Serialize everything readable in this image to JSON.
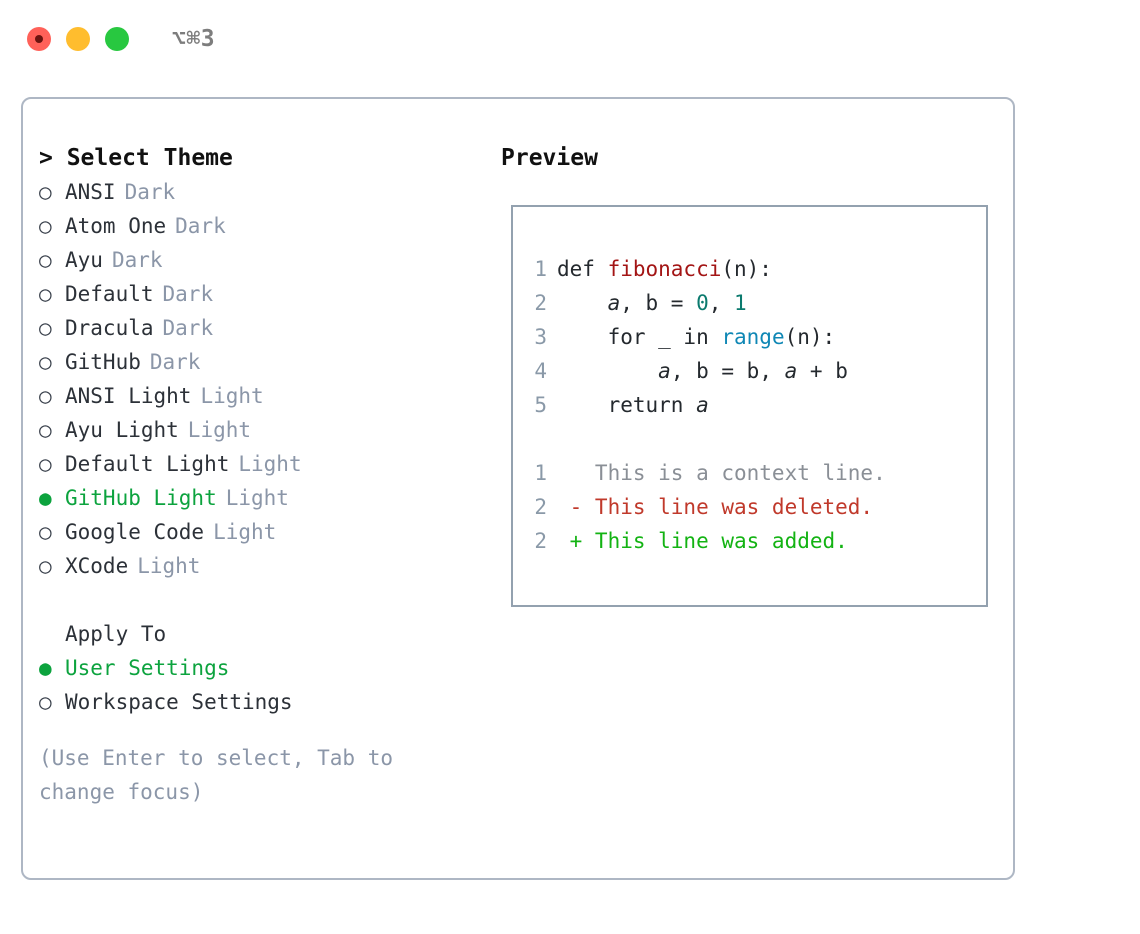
{
  "titlebar": {
    "shortcut": "⌥⌘3",
    "dots": [
      "close-dot",
      "minimize-dot",
      "maximize-dot"
    ],
    "colors": {
      "red": "#ff6159",
      "yellow": "#ffbd2e",
      "green": "#28c840"
    }
  },
  "theme_list": {
    "heading": "> Select Theme",
    "items": [
      {
        "marker": "○",
        "name": "ANSI",
        "category": "Dark",
        "selected": false
      },
      {
        "marker": "○",
        "name": "Atom One",
        "category": "Dark",
        "selected": false
      },
      {
        "marker": "○",
        "name": "Ayu",
        "category": "Dark",
        "selected": false
      },
      {
        "marker": "○",
        "name": "Default",
        "category": "Dark",
        "selected": false
      },
      {
        "marker": "○",
        "name": "Dracula",
        "category": "Dark",
        "selected": false
      },
      {
        "marker": "○",
        "name": "GitHub",
        "category": "Dark",
        "selected": false
      },
      {
        "marker": "○",
        "name": "ANSI Light",
        "category": "Light",
        "selected": false
      },
      {
        "marker": "○",
        "name": "Ayu Light",
        "category": "Light",
        "selected": false
      },
      {
        "marker": "○",
        "name": "Default Light",
        "category": "Light",
        "selected": false
      },
      {
        "marker": "●",
        "name": "GitHub Light",
        "category": "Light",
        "selected": true
      },
      {
        "marker": "○",
        "name": "Google Code",
        "category": "Light",
        "selected": false
      },
      {
        "marker": "○",
        "name": "XCode",
        "category": "Light",
        "selected": false
      }
    ]
  },
  "apply_to": {
    "heading": "Apply To",
    "items": [
      {
        "marker": "●",
        "name": "User Settings",
        "selected": true
      },
      {
        "marker": "○",
        "name": "Workspace Settings",
        "selected": false
      }
    ]
  },
  "hint": "(Use Enter to select, Tab to change focus)",
  "preview": {
    "title": "Preview",
    "code_lines": [
      {
        "num": "1",
        "tokens": [
          {
            "t": "def ",
            "c": "kw"
          },
          {
            "t": "fibonacci",
            "c": "fn"
          },
          {
            "t": "(n):",
            "c": "plain"
          }
        ]
      },
      {
        "num": "2",
        "tokens": [
          {
            "t": "    ",
            "c": "plain"
          },
          {
            "t": "a",
            "c": "var"
          },
          {
            "t": ", b = ",
            "c": "plain"
          },
          {
            "t": "0",
            "c": "num"
          },
          {
            "t": ", ",
            "c": "plain"
          },
          {
            "t": "1",
            "c": "num"
          }
        ]
      },
      {
        "num": "3",
        "tokens": [
          {
            "t": "    for _ in ",
            "c": "plain"
          },
          {
            "t": "range",
            "c": "call"
          },
          {
            "t": "(n):",
            "c": "plain"
          }
        ]
      },
      {
        "num": "4",
        "tokens": [
          {
            "t": "        ",
            "c": "plain"
          },
          {
            "t": "a",
            "c": "var"
          },
          {
            "t": ", b = b, ",
            "c": "plain"
          },
          {
            "t": "a",
            "c": "var"
          },
          {
            "t": " + b",
            "c": "plain"
          }
        ]
      },
      {
        "num": "5",
        "tokens": [
          {
            "t": "    return ",
            "c": "plain"
          },
          {
            "t": "a",
            "c": "var"
          }
        ]
      }
    ],
    "diff_lines": [
      {
        "num": "1",
        "sign": " ",
        "text": "This is a context line.",
        "kind": "ctx"
      },
      {
        "num": "2",
        "sign": "-",
        "text": "This line was deleted.",
        "kind": "del"
      },
      {
        "num": "2",
        "sign": "+",
        "text": "This line was added.",
        "kind": "add"
      }
    ]
  },
  "colors": {
    "accent_green": "#0ca33e",
    "muted": "#8b96a8",
    "border": "#aeb7c4",
    "code_border": "#93a1af",
    "fn_red": "#a31515",
    "num_teal": "#0b7a6e",
    "call_blue": "#0f87b5",
    "diff_del": "#c0392b",
    "diff_add": "#13b313"
  }
}
